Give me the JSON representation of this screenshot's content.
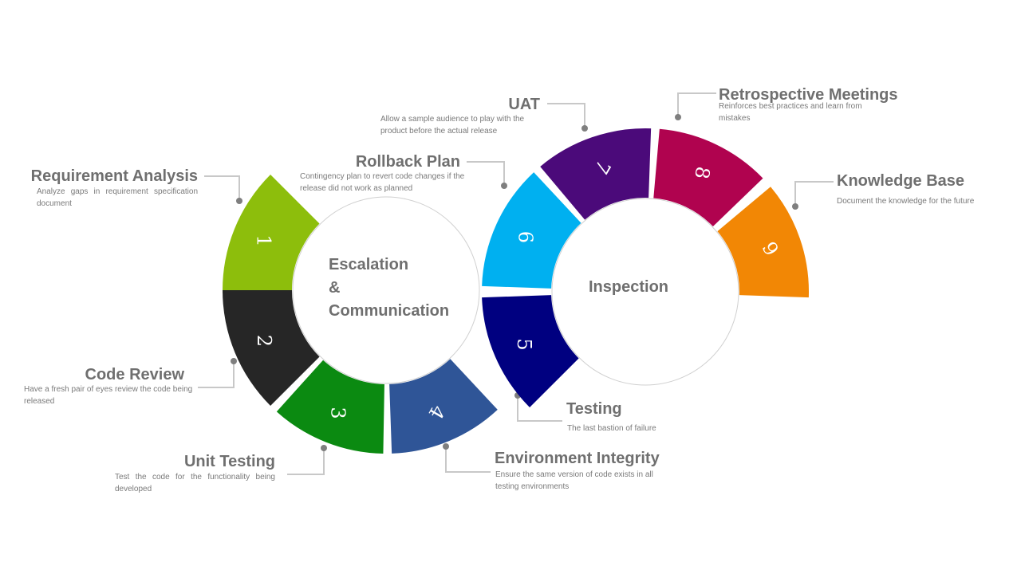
{
  "centers": {
    "left": [
      "Escalation",
      "&",
      "Communication"
    ],
    "right": "Inspection"
  },
  "steps": [
    {
      "num": "1",
      "title": "Requirement Analysis",
      "desc": "Analyze gaps in requirement specification document",
      "color": "#8dbe0c"
    },
    {
      "num": "2",
      "title": "Code Review",
      "desc": "Have a fresh pair of eyes review the code being released",
      "color": "#262626"
    },
    {
      "num": "3",
      "title": "Unit Testing",
      "desc": "Test the code for the functionality being developed",
      "color": "#0b8a11"
    },
    {
      "num": "4",
      "title": "Environment Integrity",
      "desc": "Ensure the same version of code exists in all testing environments",
      "color": "#2f5597"
    },
    {
      "num": "5",
      "title": "Testing",
      "desc": "The last bastion of failure",
      "color": "#000080"
    },
    {
      "num": "6",
      "title": "Rollback Plan",
      "desc": "Contingency plan to revert code changes if the release did not work as planned",
      "color": "#00b0f0"
    },
    {
      "num": "7",
      "title": "UAT",
      "desc": "Allow a sample audience to play with the product before the actual release",
      "color": "#4b0a7a"
    },
    {
      "num": "8",
      "title": "Retrospective Meetings",
      "desc": "Reinforces best practices and learn from mistakes",
      "color": "#b0034f"
    },
    {
      "num": "9",
      "title": "Knowledge Base",
      "desc": "Document the knowledge for the future",
      "color": "#f28705"
    }
  ],
  "connector_color": "#c8c8c8",
  "dot_color": "#7f7f7f"
}
